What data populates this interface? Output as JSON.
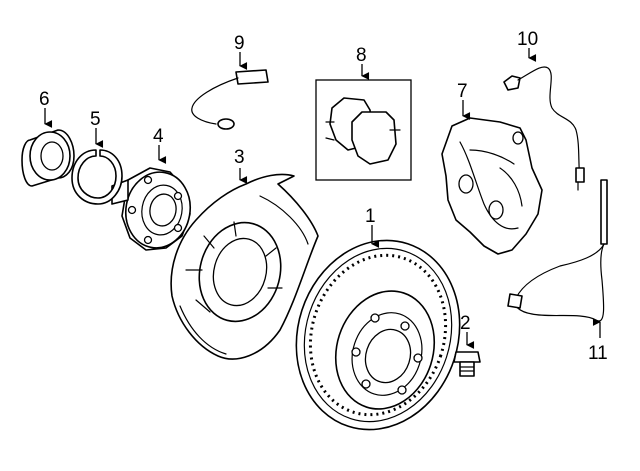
{
  "diagram": {
    "callouts": [
      {
        "id": "1",
        "part": "brake-rotor"
      },
      {
        "id": "2",
        "part": "plug"
      },
      {
        "id": "3",
        "part": "splash-shield"
      },
      {
        "id": "4",
        "part": "hub"
      },
      {
        "id": "5",
        "part": "snap-ring"
      },
      {
        "id": "6",
        "part": "wheel-bearing"
      },
      {
        "id": "7",
        "part": "caliper"
      },
      {
        "id": "8",
        "part": "brake-pads"
      },
      {
        "id": "9",
        "part": "wear-sensor"
      },
      {
        "id": "10",
        "part": "brake-hose"
      },
      {
        "id": "11",
        "part": "abs-sensor"
      }
    ]
  }
}
